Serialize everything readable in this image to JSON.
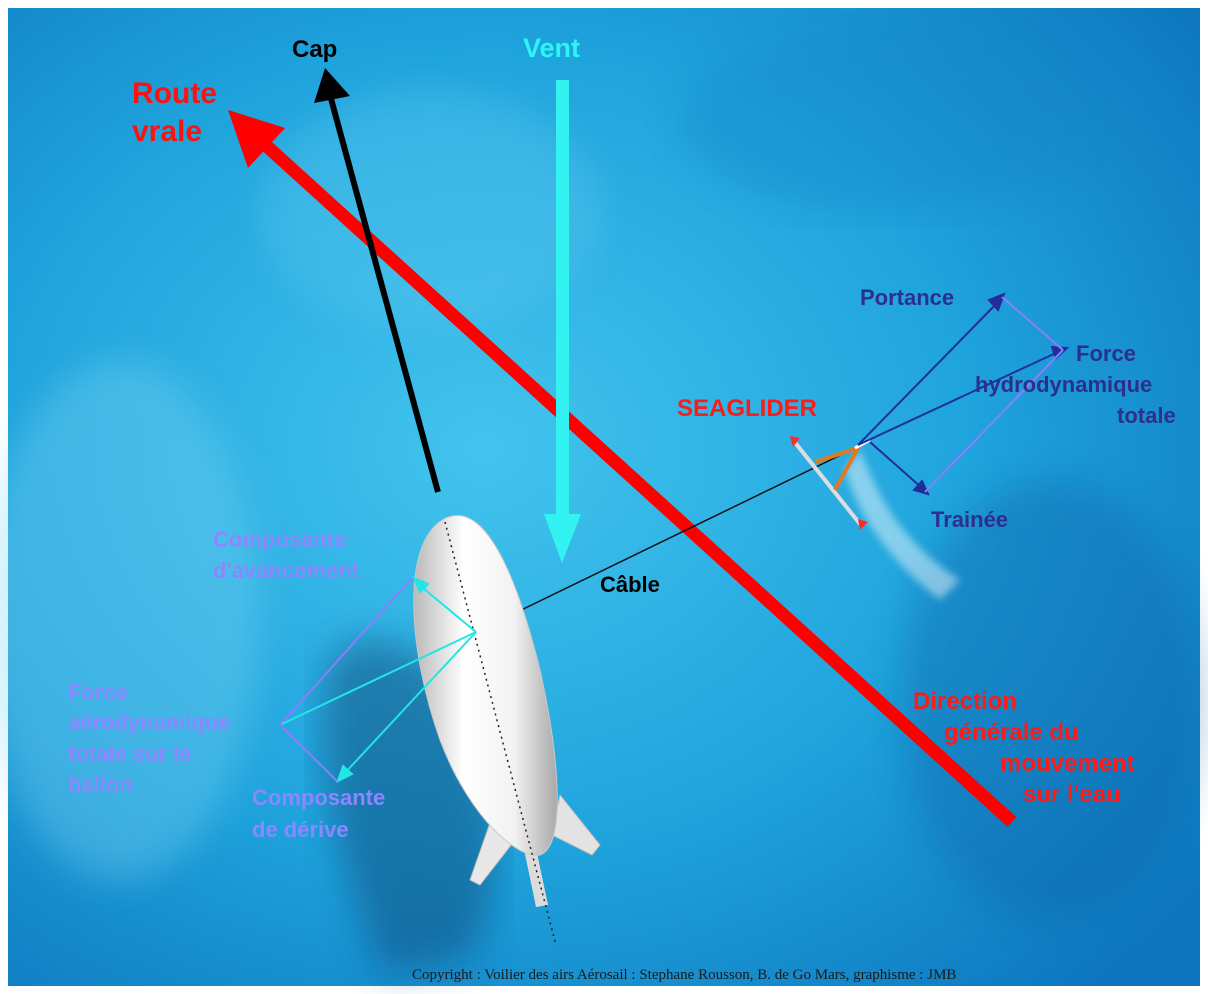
{
  "labels": {
    "cap": "Cap",
    "vent": "Vent",
    "route_vraie_line1": "Route",
    "route_vraie_line2": "vrale",
    "portance": "Portance",
    "force_hydro_line1": "Force",
    "force_hydro_line2": "hydrodynamique",
    "force_hydro_line3": "totale",
    "seaglider": "SEAGLIDER",
    "trainee": "Trainée",
    "composante_avancement_line1": "Composante",
    "composante_avancement_line2": "d'avancement",
    "cable": "Câble",
    "force_aero_line1": "Force",
    "force_aero_line2": "aérodynamique",
    "force_aero_line3": "totale sur le",
    "force_aero_line4": "ballon",
    "composante_derive_line1": "Composante",
    "composante_derive_line2": "de dérive",
    "direction_line1": "Direction",
    "direction_line2": "générale du",
    "direction_line3": "mouvement",
    "direction_line4": "sur l'eau"
  },
  "copyright": "Copyright : Voilier des airs Aérosail : Stephane Rousson, B. de Go Mars, graphisme : JMB",
  "colors": {
    "sea_light": "#33b8e6",
    "sea_dark": "#0c6fb8",
    "route_arrow": "#ff0000",
    "cap_arrow": "#000000",
    "vent_arrow": "#33f2f2",
    "aero_forces": "#22e6e6",
    "hydro_forces": "#1f2f9a",
    "parallelogram": "#8c7dff",
    "seaglider_label": "#ff1a1a"
  },
  "icons": [
    "balloon-icon",
    "seaglider-icon"
  ]
}
